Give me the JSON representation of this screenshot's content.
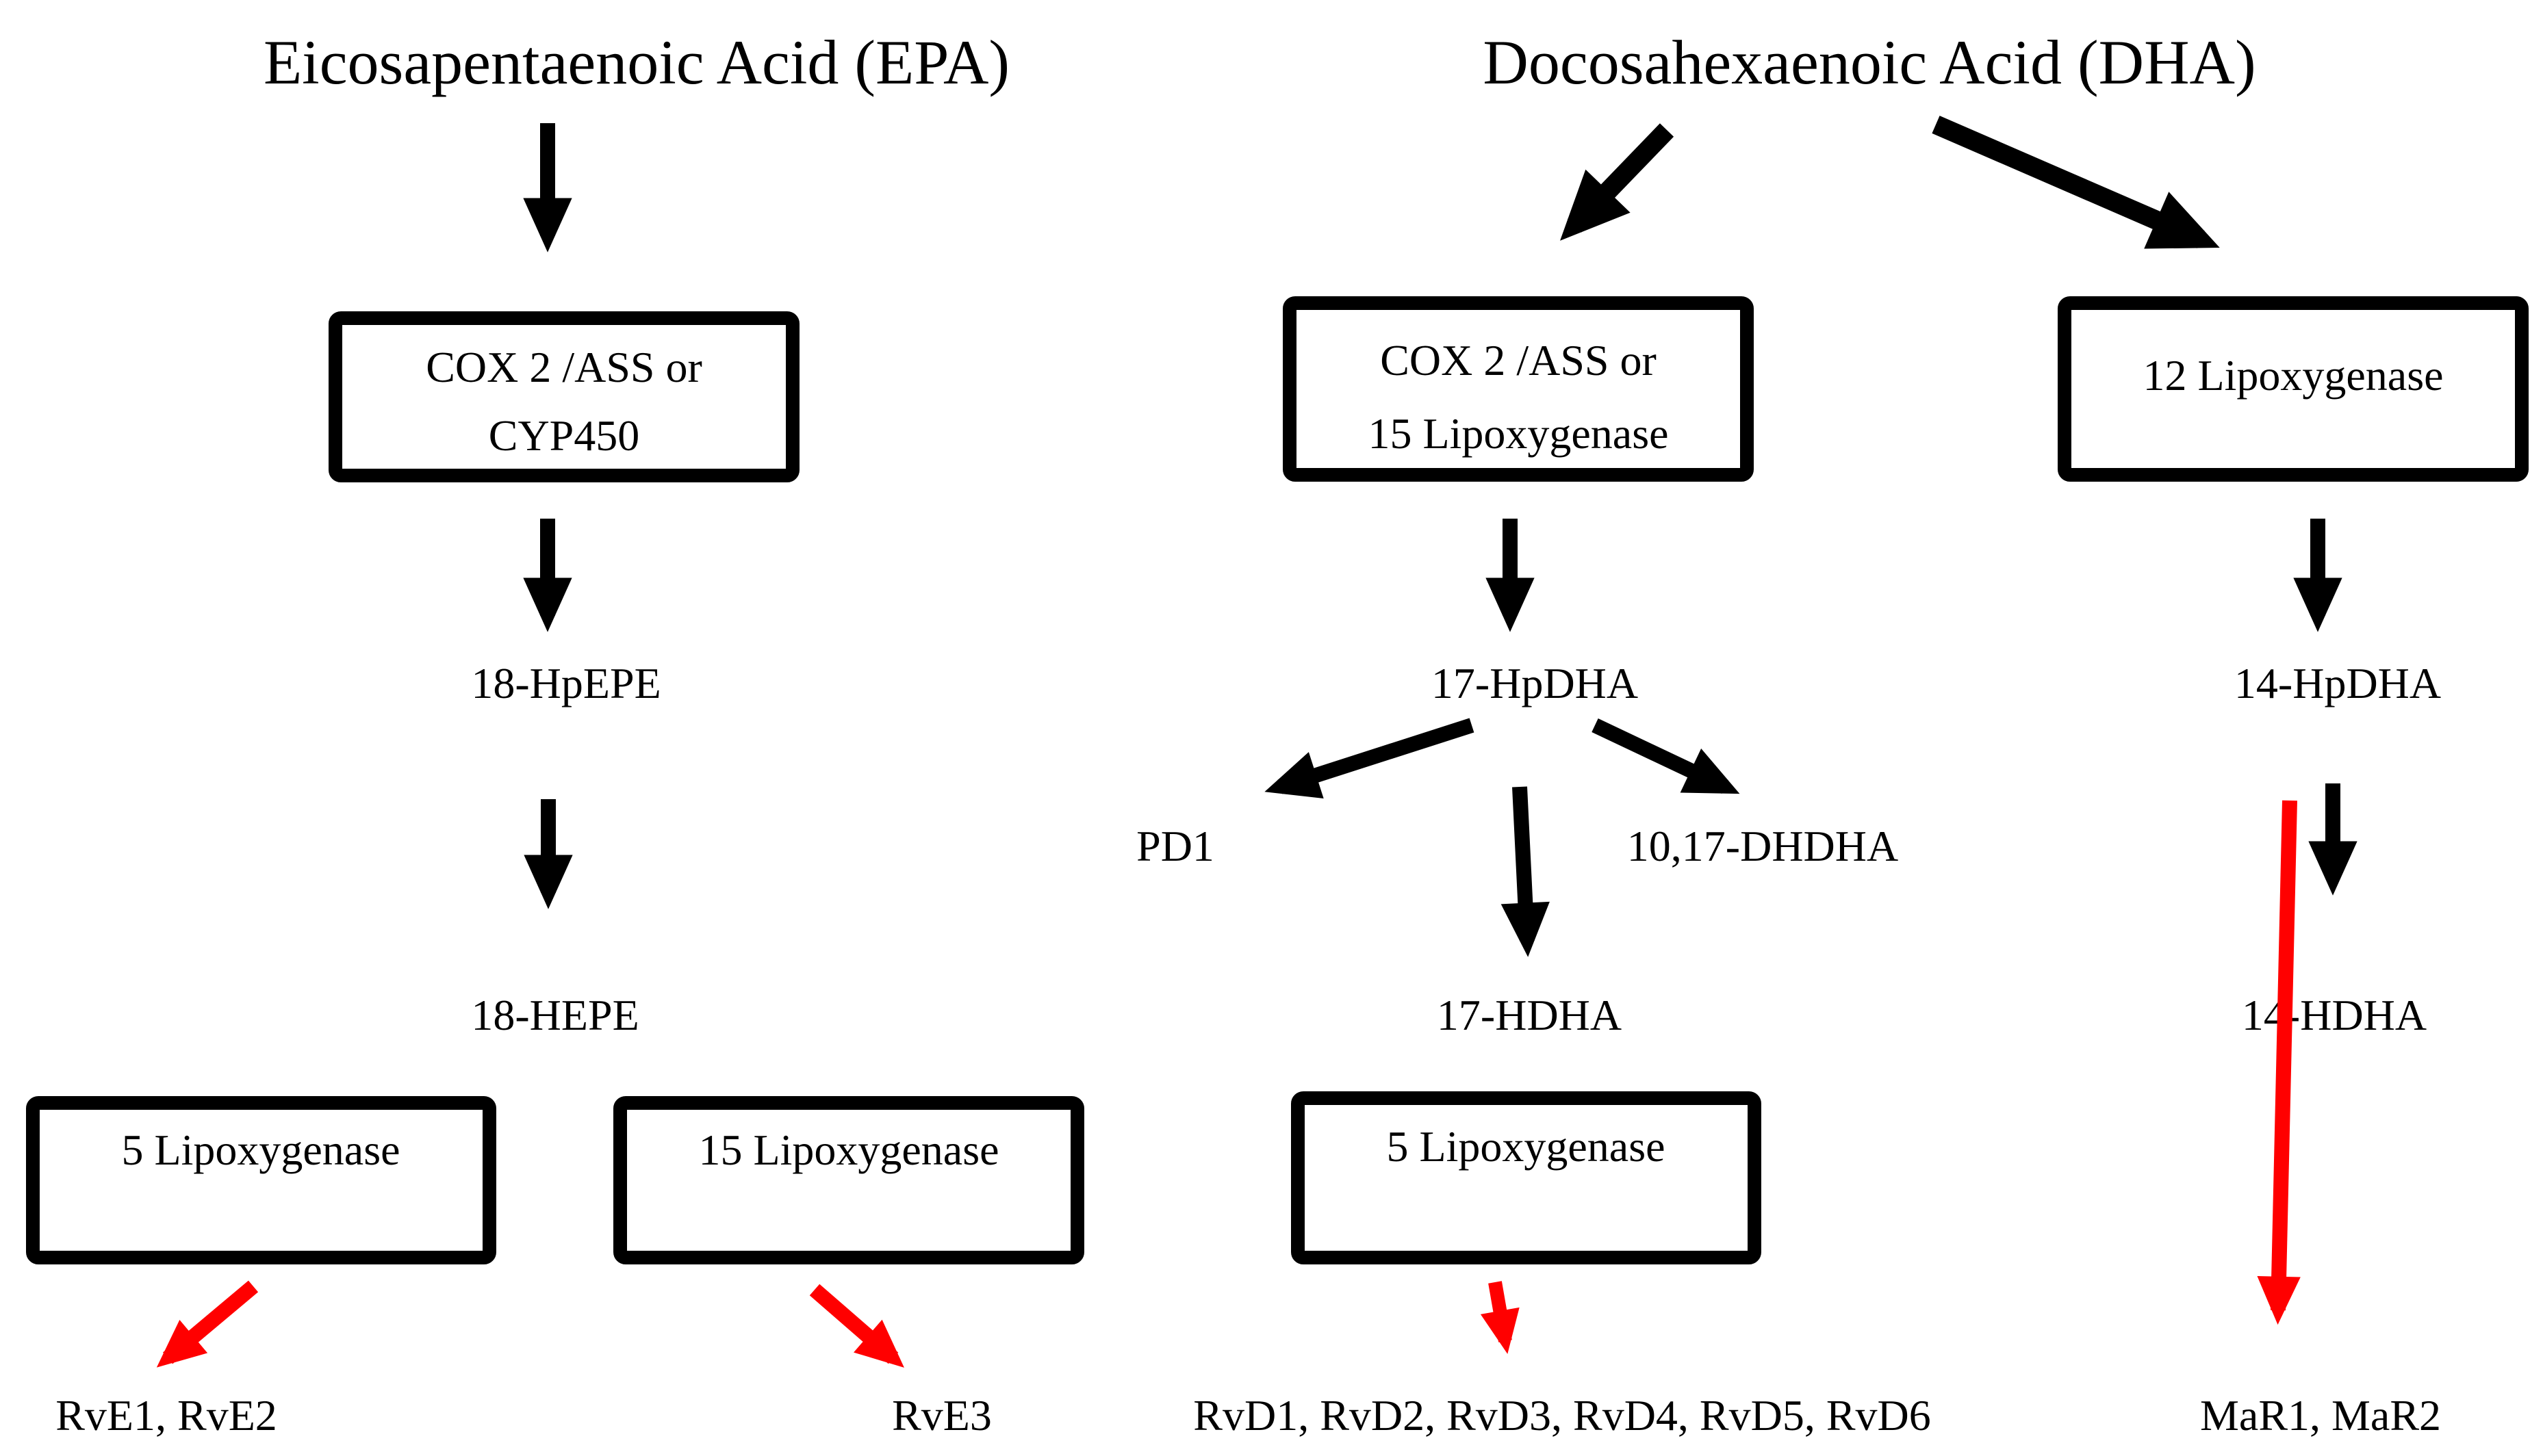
{
  "colors": {
    "background": "#ffffff",
    "text": "#000000",
    "box_border": "#000000",
    "black_arrow": "#000000",
    "red_arrow": "#ff0000"
  },
  "epa_pathway": {
    "title": "Eicosapentaenoic Acid (EPA)",
    "enzyme_box_cox": {
      "line1": "COX 2 /ASS or",
      "line2": "CYP450"
    },
    "intermediate_1": "18-HpEPE",
    "intermediate_2": "18-HEPE",
    "enzyme_box_5lox": "5 Lipoxygenase",
    "enzyme_box_15lox": "15 Lipoxygenase",
    "product_resolvins_e12": "RvE1, RvE2",
    "product_resolvin_e3": "RvE3"
  },
  "dha_pathway": {
    "title": "Docosahexaenoic Acid (DHA)",
    "enzyme_box_cox": {
      "line1": "COX 2 /ASS or",
      "line2": "15 Lipoxygenase"
    },
    "intermediate_1": "17-HpDHA",
    "branch_left_product": "PD1",
    "branch_right_product": "10,17-DHDHA",
    "intermediate_2": "17-HDHA",
    "enzyme_box_5lox": "5 Lipoxygenase",
    "products_resolvins_d": "RvD1, RvD2, RvD3, RvD4, RvD5, RvD6",
    "enzyme_box_12lox": "12 Lipoxygenase",
    "intermediate_3": "14-HpDHA",
    "intermediate_4": "14-HDHA",
    "products_maresins": "MaR1, MaR2"
  }
}
